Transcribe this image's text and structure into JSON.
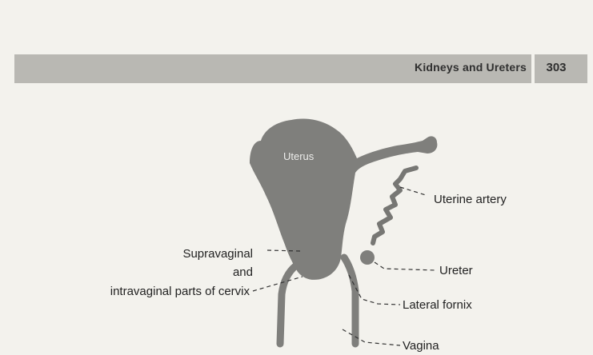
{
  "header": {
    "title": "Kidneys and Ureters",
    "page_number": "303"
  },
  "diagram": {
    "organ_label": "Uterus",
    "labels": {
      "uterine_artery": "Uterine artery",
      "ureter": "Ureter",
      "lateral_fornix": "Lateral fornix",
      "vagina": "Vagina",
      "cervix_line1": "Supravaginal",
      "cervix_line2": "and",
      "cervix_line3": "intravaginal parts of cervix"
    }
  },
  "colors": {
    "organ_fill": "#7f7f7c",
    "header_band": "#b9b8b3",
    "page_bg": "#f3f2ed"
  }
}
